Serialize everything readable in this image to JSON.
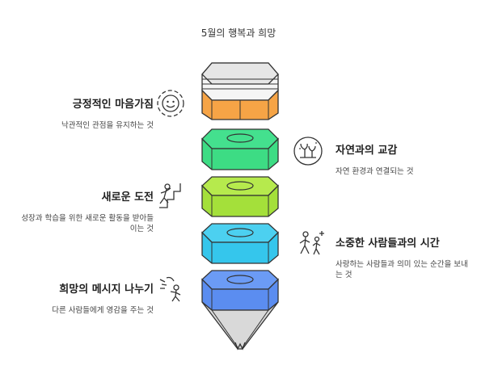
{
  "title": "5월의 행복과 희망",
  "items": [
    {
      "id": "positive-mindset",
      "title": "긍정적인 마음가짐",
      "desc": "낙관적인 관점을 유지하는 것",
      "side": "left",
      "icon": "smiley-face-icon",
      "color": "#f6a446"
    },
    {
      "id": "nature-connection",
      "title": "자연과의 교감",
      "desc": "자연 환경과 연결되는 것",
      "side": "right",
      "icon": "plant-sprout-icon",
      "color": "#3ddc84"
    },
    {
      "id": "new-challenge",
      "title": "새로운 도전",
      "desc": "성장과 학습을 위한 새로운 활동을 받아들이는 것",
      "side": "left",
      "icon": "climbing-person-icon",
      "color": "#a4e03a"
    },
    {
      "id": "precious-time",
      "title": "소중한 사람들과의 시간",
      "desc": "사랑하는 사람들과 의미 있는 순간을 보내는 것",
      "side": "right",
      "icon": "people-walking-icon",
      "color": "#35c6ec"
    },
    {
      "id": "hope-message",
      "title": "희망의 메시지 나누기",
      "desc": "다른 사람들에게 영감을 주는 것",
      "side": "left",
      "icon": "sharing-person-icon",
      "color": "#5b8df0"
    }
  ]
}
